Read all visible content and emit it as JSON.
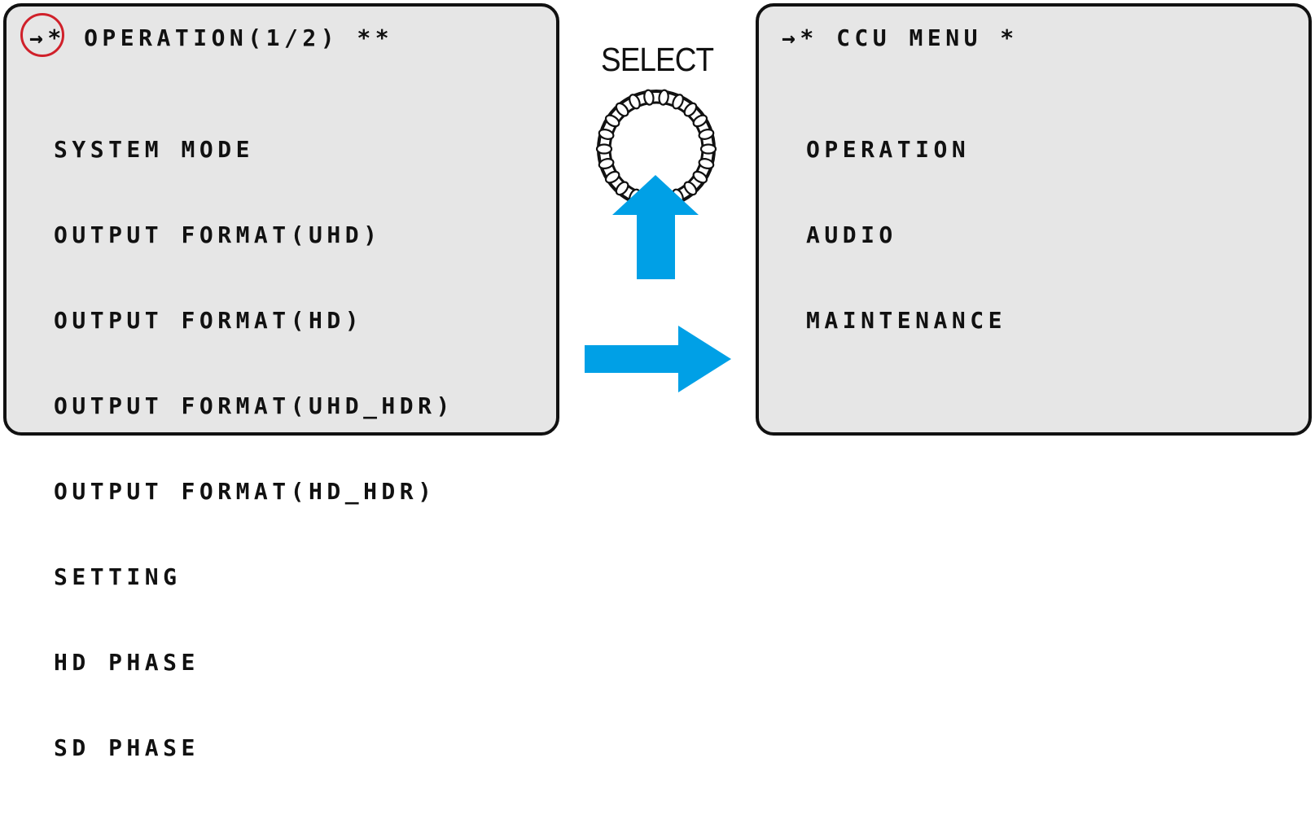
{
  "left_screen": {
    "cursor": "→",
    "title": "* OPERATION(1/2) **",
    "items": [
      "SYSTEM MODE",
      "OUTPUT FORMAT(UHD)",
      "OUTPUT FORMAT(HD)",
      "OUTPUT FORMAT(UHD_HDR)",
      "OUTPUT FORMAT(HD_HDR)",
      "SETTING",
      "HD PHASE",
      "SD PHASE"
    ]
  },
  "select_label": "SELECT",
  "right_screen": {
    "title": "→* CCU MENU *",
    "items": [
      "OPERATION",
      "AUDIO",
      "MAINTENANCE"
    ]
  },
  "colors": {
    "arrow": "#00a0e6",
    "highlight_circle": "#d0202a",
    "screen_bg": "#e6e6e6"
  },
  "icons": {
    "knob": "select-dial-icon",
    "up_arrow": "push-arrow-icon",
    "right_arrow": "transition-arrow-icon"
  }
}
